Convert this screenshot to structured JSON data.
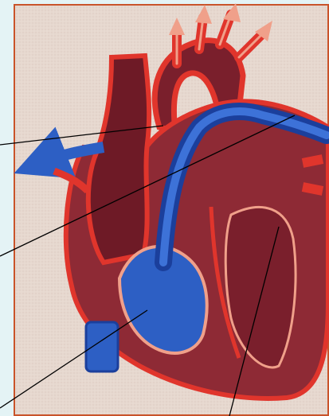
{
  "figure": {
    "subject": "heart-cross-section",
    "colors": {
      "page_bg": "#e4f3f5",
      "frame_border": "#c9532a",
      "paper": "#e6d8cf",
      "muscle_dark": "#7a1f2c",
      "muscle": "#8e2a35",
      "vessel_red": "#e0352c",
      "vessel_red_light": "#f0a08a",
      "blood_blue": "#2d5fc4",
      "blood_blue_dark": "#1b3f9c",
      "leader_line": "#000000"
    },
    "leader_lines": [
      {
        "name": "leader-line-aorta"
      },
      {
        "name": "leader-line-pulmonary-artery"
      },
      {
        "name": "leader-line-right-ventricle"
      },
      {
        "name": "leader-line-left-ventricle"
      }
    ]
  }
}
